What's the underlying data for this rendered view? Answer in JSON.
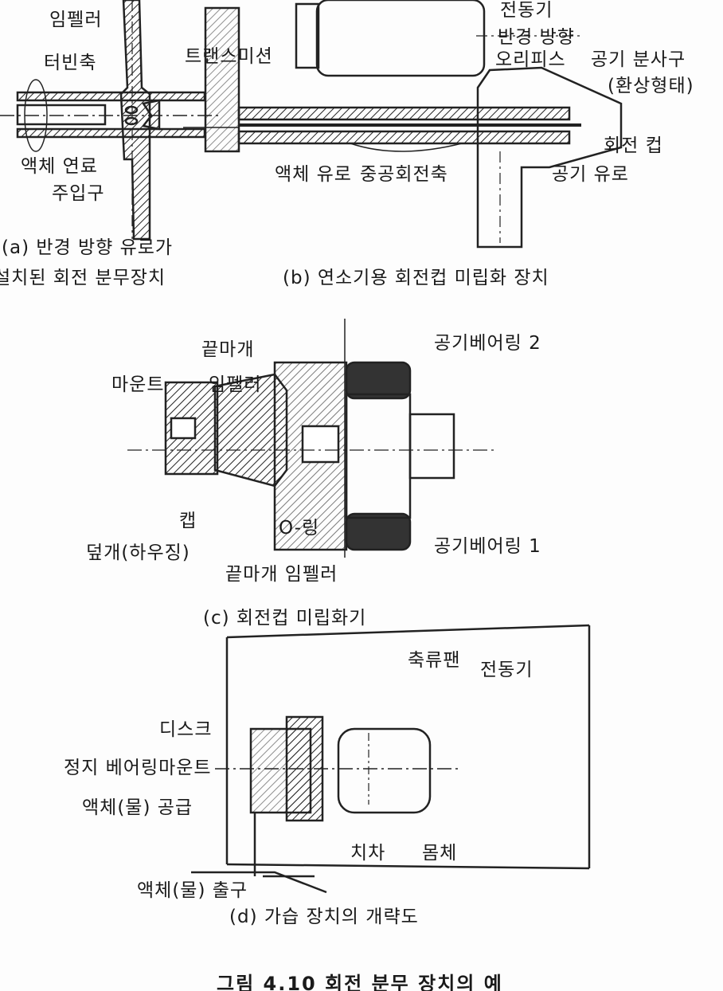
{
  "panel_a": {
    "labels": {
      "impeller": "임펠러",
      "turbine_shaft": "터빈축",
      "liquid_fuel": "액체 연료",
      "inlet": "주입구"
    },
    "caption_line1": "(a) 반경 방향 유로가",
    "caption_line2": "설치된 회전 분무장치"
  },
  "panel_b": {
    "labels": {
      "motor": "전동기",
      "radial": "반경 방향",
      "orifice": "오리피스",
      "air_nozzle": "공기 분사구",
      "annular": "(환상형태)",
      "transmission": "트랜스미션",
      "rotating_cup": "회전 컵",
      "liquid_path": "액체 유로",
      "hollow_shaft": "중공회전축",
      "air_path": "공기 유로"
    },
    "caption": "(b) 연소기용 회전컵 미립화 장치"
  },
  "panel_c": {
    "labels": {
      "end_cap_top": "끝마개",
      "air_bearing_2": "공기베어링 2",
      "mount": "마운트",
      "impeller_top": "임펠러",
      "cap": "캡",
      "o_ring": "O-링",
      "housing": "덮개(하우징)",
      "air_bearing_1": "공기베어링 1",
      "end_cap_impeller_bottom": "끝마개 임펠러"
    },
    "caption": "(c) 회전컵 미립화기"
  },
  "panel_d": {
    "labels": {
      "axial_fan": "축류팬",
      "motor": "전동기",
      "disk": "디스크",
      "bearing_mount": "정지 베어링마운트",
      "water_supply": "액체(물) 공급",
      "gear": "치차",
      "body": "몸체",
      "water_outlet": "액체(물) 출구"
    },
    "caption": "(d) 가습 장치의 개략도"
  },
  "figure_caption": "그림 4.10  회전 분무 장치의 예"
}
